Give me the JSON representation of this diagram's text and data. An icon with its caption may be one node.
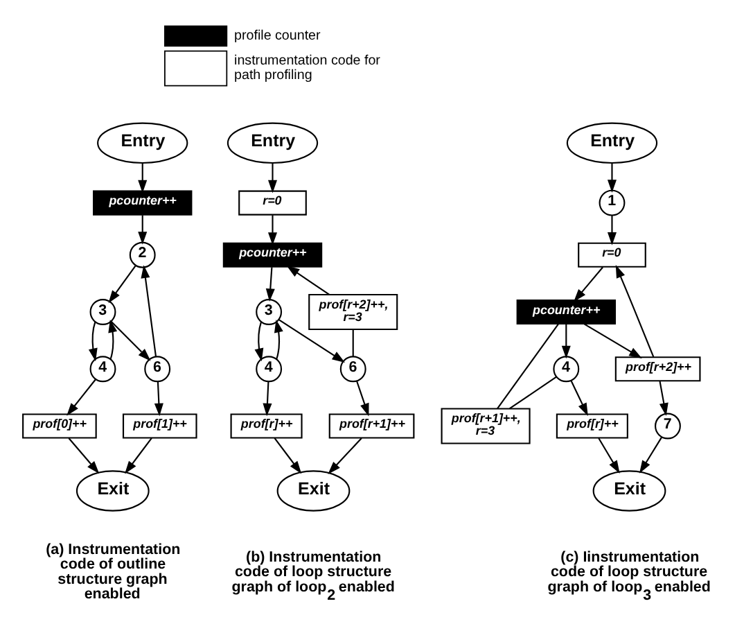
{
  "diagram": {
    "nodes": [
      {
        "text": [
          "Entry"
        ]
      },
      {
        "text": [
          "pcounter++"
        ]
      },
      {
        "text": [
          "2"
        ]
      },
      {
        "text": [
          "3"
        ]
      },
      {
        "text": [
          "4"
        ]
      },
      {
        "text": [
          "6"
        ]
      },
      {
        "text": [
          "prof[1]++"
        ]
      },
      {
        "text": [
          "prof[0]++"
        ]
      },
      {
        "text": [
          "Exit"
        ]
      },
      {
        "text": [
          "Entry"
        ]
      },
      {
        "text": [
          "r=0"
        ]
      },
      {
        "text": [
          "pcounter++"
        ]
      },
      {
        "text": [
          "3"
        ]
      },
      {
        "text": [
          "4"
        ]
      },
      {
        "text": [
          "prof[r+2]++, r=3"
        ]
      },
      {
        "text": [
          "6"
        ]
      },
      {
        "text": [
          "prof[r+1]++"
        ]
      },
      {
        "text": [
          "prof[r]++"
        ]
      },
      {
        "text": [
          "Exit"
        ]
      },
      {
        "text": [
          "Entry"
        ]
      },
      {
        "text": [
          "1"
        ]
      },
      {
        "text": [
          "r=0"
        ]
      },
      {
        "text": [
          "pcounter++"
        ]
      },
      {
        "text": [
          "4"
        ]
      },
      {
        "text": [
          "prof[r+1]++, r=3"
        ]
      },
      {
        "text": [
          "prof[r+2]++"
        ]
      },
      {
        "text": [
          "7"
        ]
      },
      {
        "text": [
          "prof[r]++"
        ]
      },
      {
        "text": [
          "Exit"
        ]
      }
    ],
    "edges": [
      {
        "from": 0,
        "to": 1,
        "arrow": "to"
      },
      {
        "from": 1,
        "to": 2,
        "arrow": "to"
      },
      {
        "from": 2,
        "to": 3,
        "arrow": "to"
      },
      {
        "from": 3,
        "to": 4,
        "arrow": "to"
      },
      {
        "from": 4,
        "to": 3,
        "arrow": "to"
      },
      {
        "from": 3,
        "to": 5,
        "arrow": "to"
      },
      {
        "from": 5,
        "to": 2,
        "arrow": "to"
      },
      {
        "from": 5,
        "to": 6,
        "arrow": "to"
      },
      {
        "from": 4,
        "to": 7,
        "arrow": "to"
      },
      {
        "from": 6,
        "to": 8,
        "arrow": "to"
      },
      {
        "from": 7,
        "to": 8,
        "arrow": "to"
      },
      {
        "from": 9,
        "to": 10,
        "arrow": "to"
      },
      {
        "from": 10,
        "to": 11,
        "arrow": "to"
      },
      {
        "from": 11,
        "to": 12,
        "arrow": "to"
      },
      {
        "from": 12,
        "to": 13,
        "arrow": "to"
      },
      {
        "from": 13,
        "to": 12,
        "arrow": "to"
      },
      {
        "from": 12,
        "to": 15,
        "arrow": "to"
      },
      {
        "from": 15,
        "to": 14,
        "arrow": "none"
      },
      {
        "from": 14,
        "to": 11,
        "arrow": "to"
      },
      {
        "from": 15,
        "to": 16,
        "arrow": "to"
      },
      {
        "from": 13,
        "to": 17,
        "arrow": "to"
      },
      {
        "from": 16,
        "to": 18,
        "arrow": "to"
      },
      {
        "from": 17,
        "to": 18,
        "arrow": "to"
      },
      {
        "from": 19,
        "to": 20,
        "arrow": "to"
      },
      {
        "from": 20,
        "to": 21,
        "arrow": "to"
      },
      {
        "from": 21,
        "to": 22,
        "arrow": "to"
      },
      {
        "from": 22,
        "to": 23,
        "arrow": "to"
      },
      {
        "from": 23,
        "to": 24,
        "arrow": "none"
      },
      {
        "from": 24,
        "to": 22,
        "arrow": "none"
      },
      {
        "from": 22,
        "to": 25,
        "arrow": "to"
      },
      {
        "from": 25,
        "to": 21,
        "arrow": "to"
      },
      {
        "from": 25,
        "to": 26,
        "arrow": "to"
      },
      {
        "from": 23,
        "to": 27,
        "arrow": "to"
      },
      {
        "from": 26,
        "to": 28,
        "arrow": "to"
      },
      {
        "from": 27,
        "to": 28,
        "arrow": "to"
      }
    ],
    "labels": [
      "(a) Instrumentation code of outline structure graph enabled",
      "(b) Instrumentation code of loop structure graph of loop$_{2}$ enabled",
      "(c) Iinstrumentation code of loop structure graph of loop$_{3}$ enabled"
    ],
    "legend": [
      {
        "text": "profile counter",
        "color": "#000000"
      },
      {
        "text": "instrumentation code for path profiling",
        "color": "#ffffff"
      }
    ]
  }
}
